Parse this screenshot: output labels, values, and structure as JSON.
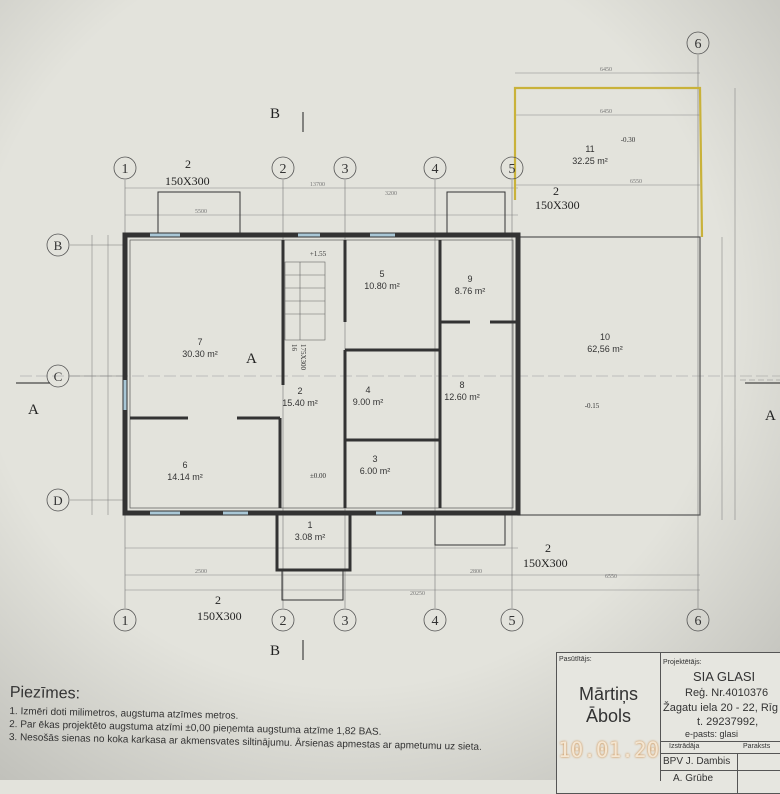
{
  "grid_axes": {
    "columns": [
      "1",
      "2",
      "3",
      "4",
      "5",
      "6"
    ],
    "rows": [
      "B",
      "C",
      "D"
    ]
  },
  "section_markers": {
    "a": "A",
    "b": "B"
  },
  "rooms": [
    {
      "id": "1",
      "area": "3.08 m²"
    },
    {
      "id": "2",
      "area": "15.40 m²"
    },
    {
      "id": "3",
      "area": "6.00 m²"
    },
    {
      "id": "4",
      "area": "9.00 m²"
    },
    {
      "id": "5",
      "area": "10.80 m²"
    },
    {
      "id": "6",
      "area": "14.14 m²"
    },
    {
      "id": "7",
      "area": "30.30 m²"
    },
    {
      "id": "8",
      "area": "12.60 m²"
    },
    {
      "id": "9",
      "area": "8.76 m²"
    },
    {
      "id": "10",
      "area": "62,56 m²"
    },
    {
      "id": "11",
      "area": "32.25 m²"
    }
  ],
  "levels": [
    "+1.55",
    "±0.00",
    "-0.15",
    "-0.30"
  ],
  "window_callout": {
    "count": "2",
    "size": "150X300"
  },
  "stairs": {
    "steps": "16",
    "size": "175X300"
  },
  "dimensions": {
    "top_total": "13700",
    "bottom_total": "20250",
    "top_right": "6450",
    "right_inner": "6450",
    "bottom_left": "2500",
    "bottom_mid": "2800",
    "bottom_right": "6550",
    "right_mid": "6550",
    "top_segment": "3200",
    "left": "5500"
  },
  "notes": {
    "title": "Piezīmes:",
    "items": [
      "1. Izmēri doti milimetros, augstuma atzīmes metros.",
      "2. Par ēkas projektēto augstuma atzīmi ±0,00 pieņemta augstuma atzīme 1,82 BAS.",
      "3. Nesošās sienas no koka karkasa ar akmensvates siltinājumu. Ārsienas apmestas ar apmetumu uz sieta."
    ]
  },
  "title_block": {
    "client_label": "Pasūtītājs:",
    "client_name_1": "Mārtiņs",
    "client_name_2": "Ābols",
    "designer_label": "Projektētājs:",
    "company": "SIA GLASI",
    "reg": "Reģ. Nr.4010376",
    "address": "Žagatu iela 20 - 22, Rīg",
    "phone": "t. 29237992,",
    "email": "e-pasts: glasi",
    "developed_label": "Izstrādāja",
    "signature_label": "Paraksts",
    "person_1": "BPV J. Dambis",
    "person_2": "A. Grūbe"
  },
  "photo_timestamp": "10.01.20",
  "colors": {
    "paper": "#e3e3dc",
    "wall": "#333333",
    "terrace_outline": "#c9b23a",
    "window": "#a9c7d6",
    "timestamp": "#f4e6d2"
  }
}
